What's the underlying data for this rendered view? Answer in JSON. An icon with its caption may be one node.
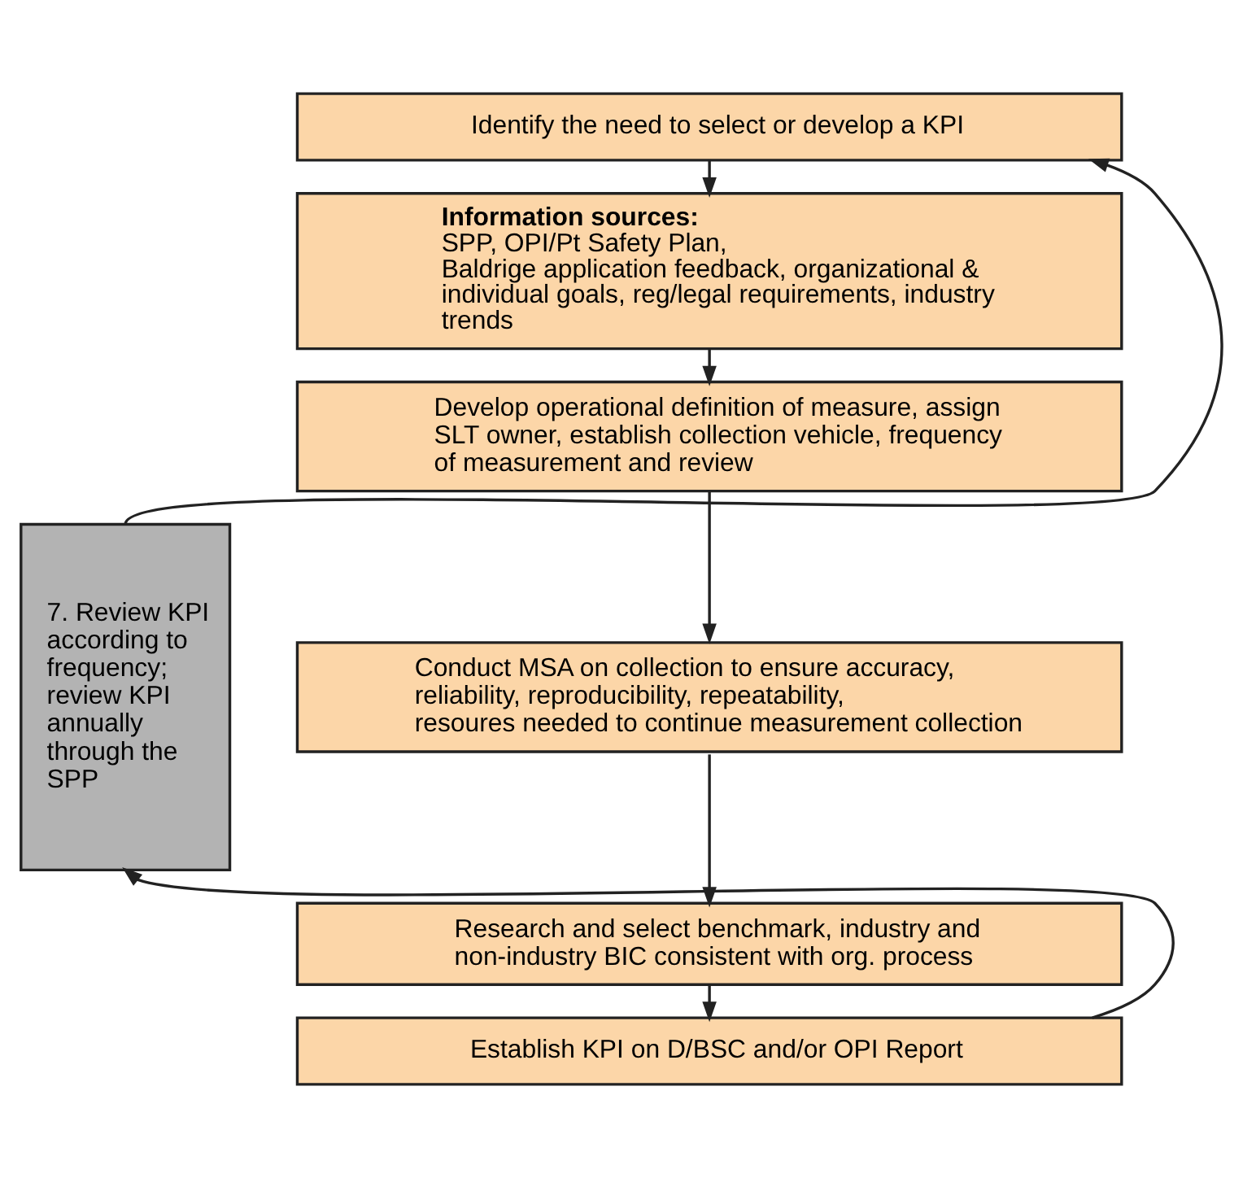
{
  "diagram": {
    "nodes": [
      {
        "text": [
          "Identify the need to select or develop a KPI"
        ]
      },
      {
        "text": [
          "**Information sources:** SPP, OPI/Pt Safety Plan, Baldrige application feedback, organizational & individual goals, reg/legal requirements, industry trends"
        ]
      },
      {
        "text": [
          "Develop operational definition of measure, assign SLT owner, establish collection vehicle, frequency of measurement and review"
        ]
      },
      {
        "text": [
          "Conduct MSA on collection to ensure accuracy, reliability, reproducibility, repeatability, resoures needed to continue measurement collection"
        ]
      },
      {
        "text": [
          "Research and select benchmark, industry and non-industry BIC consistent with org. process"
        ]
      },
      {
        "text": [
          "Establish KPI on D/BSC and/or OPI Report"
        ]
      },
      {
        "text": [
          "7. Review KPI according to frequency; review KPI annually through the SPP"
        ]
      }
    ],
    "edges": [
      {
        "from": 0,
        "to": 1,
        "arrow": "to"
      },
      {
        "from": 1,
        "to": 2,
        "arrow": "to"
      },
      {
        "from": 2,
        "to": 3,
        "arrow": "to"
      },
      {
        "from": 3,
        "to": 4,
        "arrow": "to"
      },
      {
        "from": 4,
        "to": 5,
        "arrow": "to"
      },
      {
        "from": 5,
        "to": 6,
        "arrow": "to"
      },
      {
        "from": 6,
        "to": 0,
        "arrow": "to"
      }
    ]
  }
}
